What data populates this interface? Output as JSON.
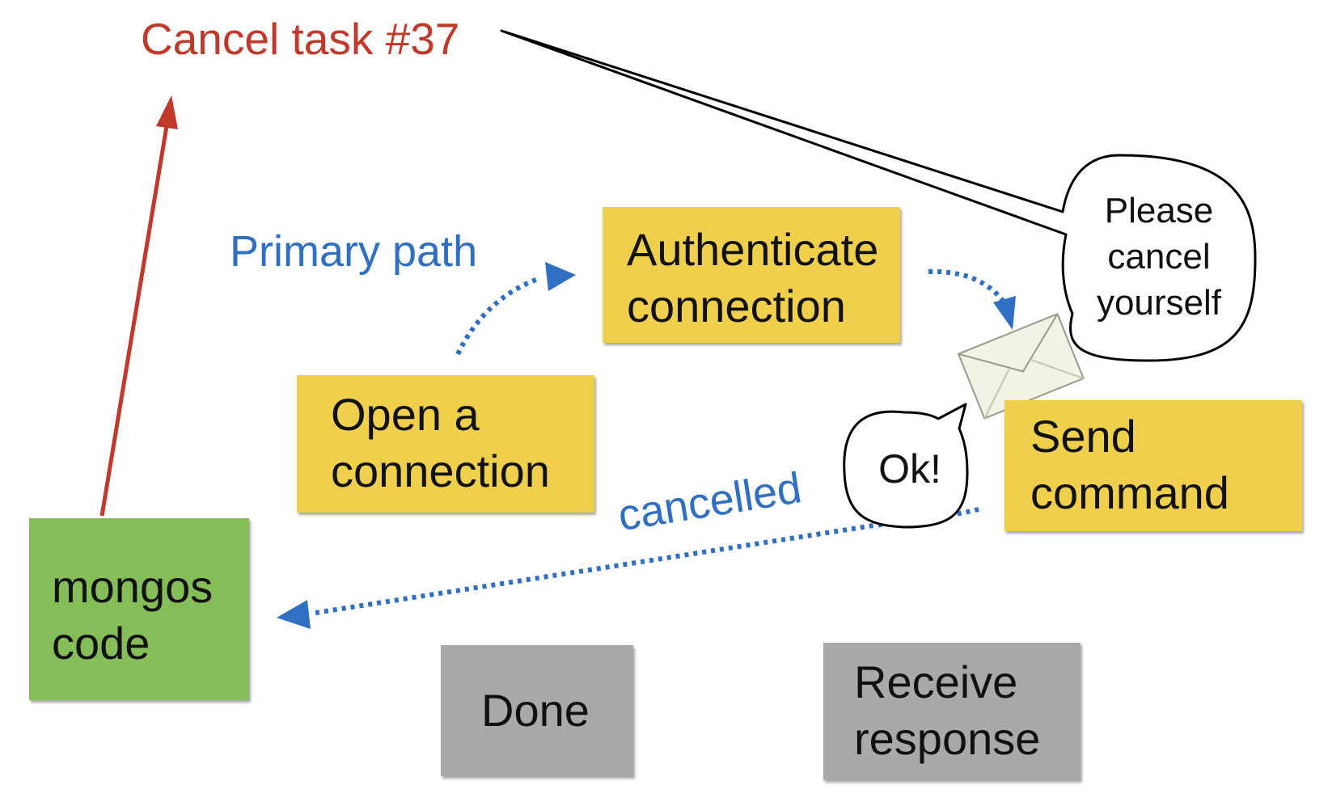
{
  "colors": {
    "yellow_box": "#f0cf4c",
    "green_box": "#85bd58",
    "gray_box": "#a9a9a9",
    "red": "#c0392b",
    "blue": "#2f6fc4",
    "envelope": "#f2f2e6"
  },
  "labels": {
    "cancel_task": "Cancel task #37",
    "primary_path": "Primary path",
    "cancelled": "cancelled"
  },
  "nodes": {
    "open_connection": [
      "Open a",
      "connection"
    ],
    "authenticate_connection": [
      "Authenticate",
      "connection"
    ],
    "send_command": [
      "Send",
      "command"
    ],
    "mongos_code": [
      "mongos",
      "code"
    ],
    "done": [
      "Done"
    ],
    "receive_response": [
      "Receive",
      "response"
    ]
  },
  "bubbles": {
    "please_cancel": [
      "Please",
      "cancel",
      "yourself"
    ],
    "ok": "Ok!"
  },
  "icons": {
    "envelope": "envelope-icon"
  }
}
